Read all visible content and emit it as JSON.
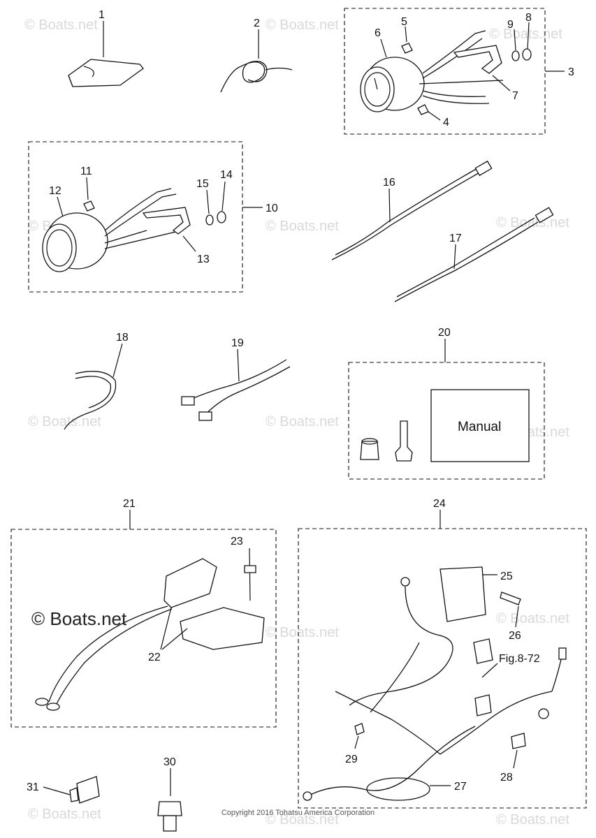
{
  "watermark": "© Boats.net",
  "labels": {
    "p1": "1",
    "p2": "2",
    "p3": "3",
    "p4": "4",
    "p5": "5",
    "p6": "6",
    "p7": "7",
    "p8": "8",
    "p9": "9",
    "p10": "10",
    "p11": "11",
    "p12": "12",
    "p13": "13",
    "p14": "14",
    "p15": "15",
    "p16": "16",
    "p17": "17",
    "p18": "18",
    "p19": "19",
    "p20": "20",
    "p21": "21",
    "p22": "22",
    "p23": "23",
    "p24": "24",
    "p25": "25",
    "p26": "26",
    "p27": "27",
    "p28": "28",
    "p29": "29",
    "p30": "30",
    "p31": "31"
  },
  "figure_ref": "Fig.8-72",
  "manual_label": "Manual",
  "copyright": "Copyright 2016 Tohatsu America Corporation"
}
